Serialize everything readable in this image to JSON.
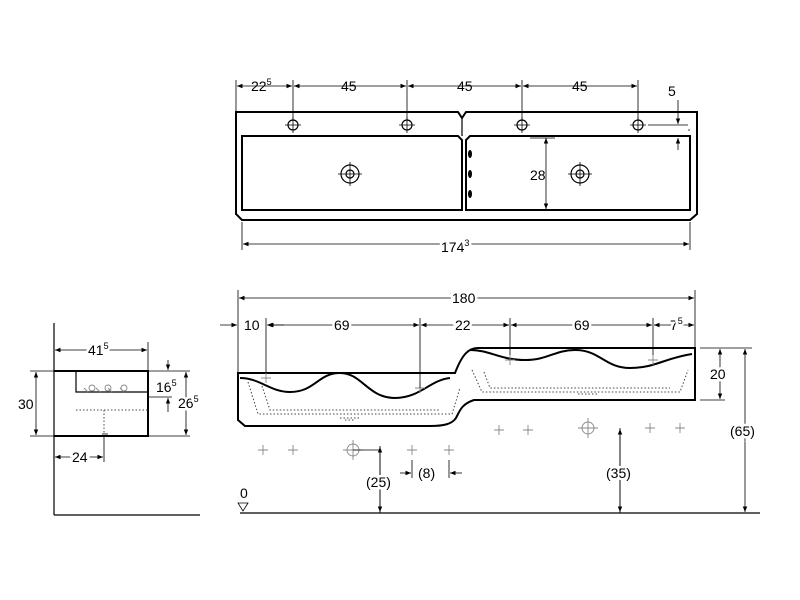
{
  "top_view": {
    "dim_22": "22",
    "dim_22_sup": "5",
    "dim_45_a": "45",
    "dim_45_b": "45",
    "dim_45_c": "45",
    "dim_5": "5",
    "dim_28": "28",
    "dim_174": "174",
    "dim_174_sup": "3"
  },
  "front_view": {
    "dim_180": "180",
    "dim_10": "10",
    "dim_69_a": "69",
    "dim_22": "22",
    "dim_69_b": "69",
    "dim_7": "7",
    "dim_7_sup": "5",
    "dim_20": "20",
    "dim_65": "(65)",
    "dim_25": "(25)",
    "dim_8": "(8)",
    "dim_35": "(35)",
    "zero": "0"
  },
  "side_view": {
    "dim_41": "41",
    "dim_41_sup": "5",
    "dim_30": "30",
    "dim_16": "16",
    "dim_16_sup": "5",
    "dim_26": "26",
    "dim_26_sup": "5",
    "dim_24": "24"
  }
}
